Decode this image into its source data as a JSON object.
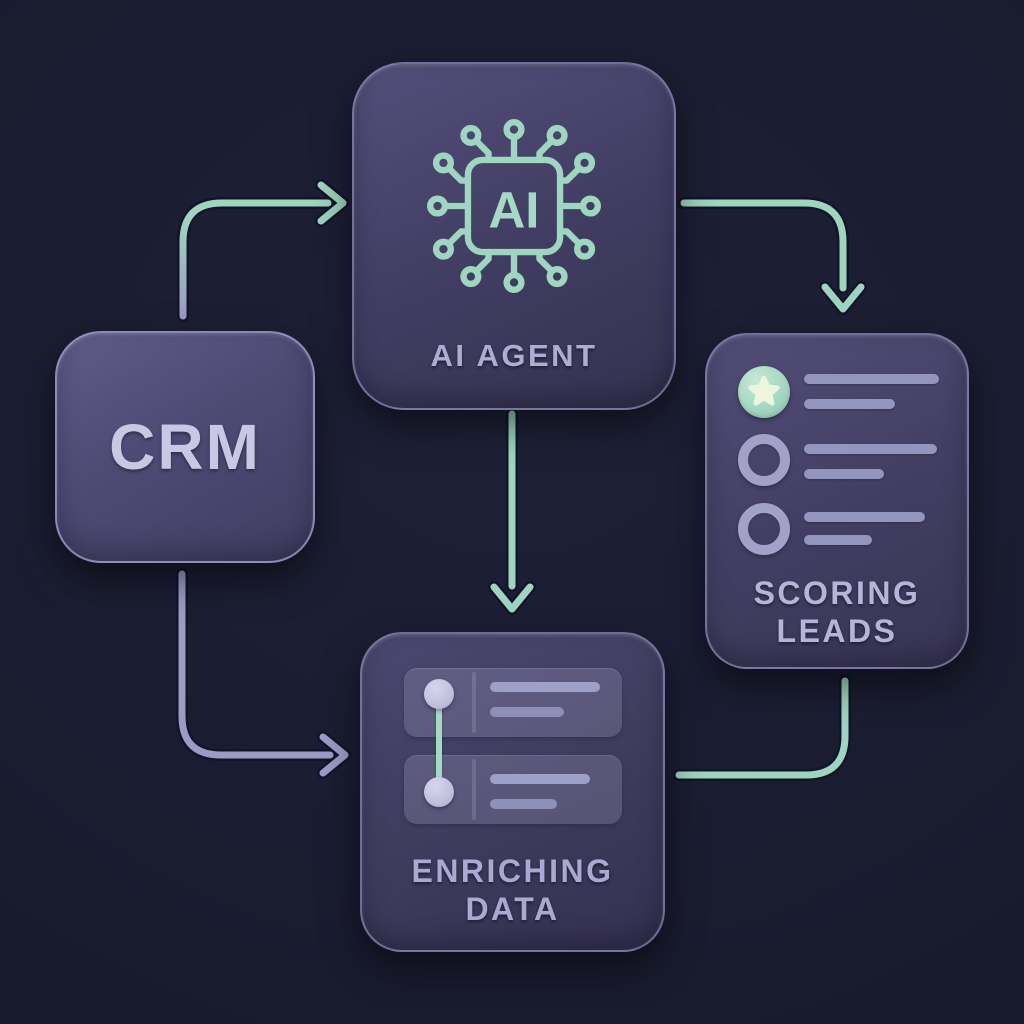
{
  "palette": {
    "background": "#191b2f",
    "mint_accent": "#9ed5bf",
    "lavender_accent": "#9b9cc6",
    "node_fill_dark": "#3f3c5f",
    "node_border": "#a09bcd",
    "title_text": "#c9c7e3",
    "caption_text": "#aeacd4",
    "star_badge_fill": "#a5d8c2",
    "star_glyph_fill": "#ecf6de"
  },
  "nodes": {
    "crm": {
      "label": "CRM"
    },
    "ai_agent": {
      "label": "AI AGENT",
      "chip_text": "AI",
      "icon": "ai-chip-icon"
    },
    "scoring_leads": {
      "label_line1": "SCORING",
      "label_line2": "LEADS",
      "icon": "lead-list-icon",
      "list_items": [
        {
          "marker": "star-badge",
          "lines": 2
        },
        {
          "marker": "ring",
          "lines": 2
        },
        {
          "marker": "ring",
          "lines": 2
        }
      ]
    },
    "enriching_data": {
      "label_line1": "ENRICHING",
      "label_line2": "DATA",
      "icon": "timeline-cards-icon",
      "cards": 2
    }
  },
  "connectors": [
    {
      "from": "crm",
      "to": "ai_agent",
      "arrowhead": true,
      "style": "lavender-to-mint-gradient"
    },
    {
      "from": "ai_agent",
      "to": "scoring_leads",
      "arrowhead": true,
      "style": "mint"
    },
    {
      "from": "ai_agent",
      "to": "enriching_data",
      "arrowhead": true,
      "style": "mint"
    },
    {
      "from": "crm",
      "to": "enriching_data",
      "arrowhead": true,
      "style": "lavender"
    },
    {
      "from": "enriching_data",
      "to": "scoring_leads",
      "arrowhead": false,
      "style": "mint"
    }
  ]
}
